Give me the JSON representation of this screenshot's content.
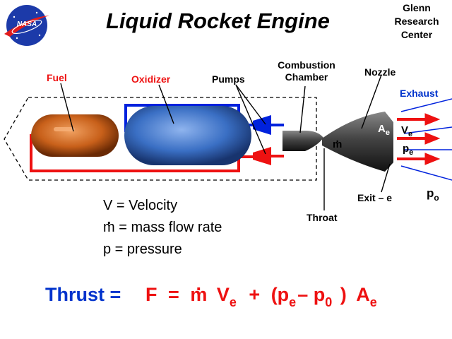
{
  "header": {
    "title": "Liquid Rocket Engine",
    "logo_text": "NASA",
    "center_lines": [
      "Glenn",
      "Research",
      "Center"
    ]
  },
  "labels": {
    "fuel": "Fuel",
    "oxidizer": "Oxidizer",
    "pumps": "Pumps",
    "combustion_chamber": [
      "Combustion",
      "Chamber"
    ],
    "nozzle": "Nozzle",
    "exhaust": "Exhaust",
    "throat": "Throat",
    "exit": "Exit – e",
    "mdot": "m",
    "Ae": {
      "base": "A",
      "sub": "e"
    },
    "Ve": {
      "base": "V",
      "sub": "e"
    },
    "pe": {
      "base": "p",
      "sub": "e"
    },
    "p0": {
      "base": "p",
      "sub": "o"
    }
  },
  "legend": {
    "velocity": {
      "symbol": "V",
      "eq": " = ",
      "text": "Velocity"
    },
    "mass_flow": {
      "symbol": "m",
      "eq": " = ",
      "text": "mass flow rate"
    },
    "pressure": {
      "symbol": "p",
      "eq": " = ",
      "text": "pressure"
    }
  },
  "equation": {
    "lhs": "Thrust =",
    "F": "F",
    "eq": "=",
    "m": "m",
    "V": "V",
    "e1": "e",
    "plus": "+",
    "open": "(p",
    "e2": "e",
    "minus": "– p",
    "zero": "0",
    "close": ")",
    "A": "A",
    "e3": "e"
  },
  "colors": {
    "fuel_tank": "#c8601a",
    "oxidizer_tank": "#3a6fc4",
    "fuel_line": "#ee1111",
    "oxidizer_line": "#0022dd",
    "engine": "#333333",
    "label_red": "#ee1111",
    "label_blue": "#0033cc"
  }
}
